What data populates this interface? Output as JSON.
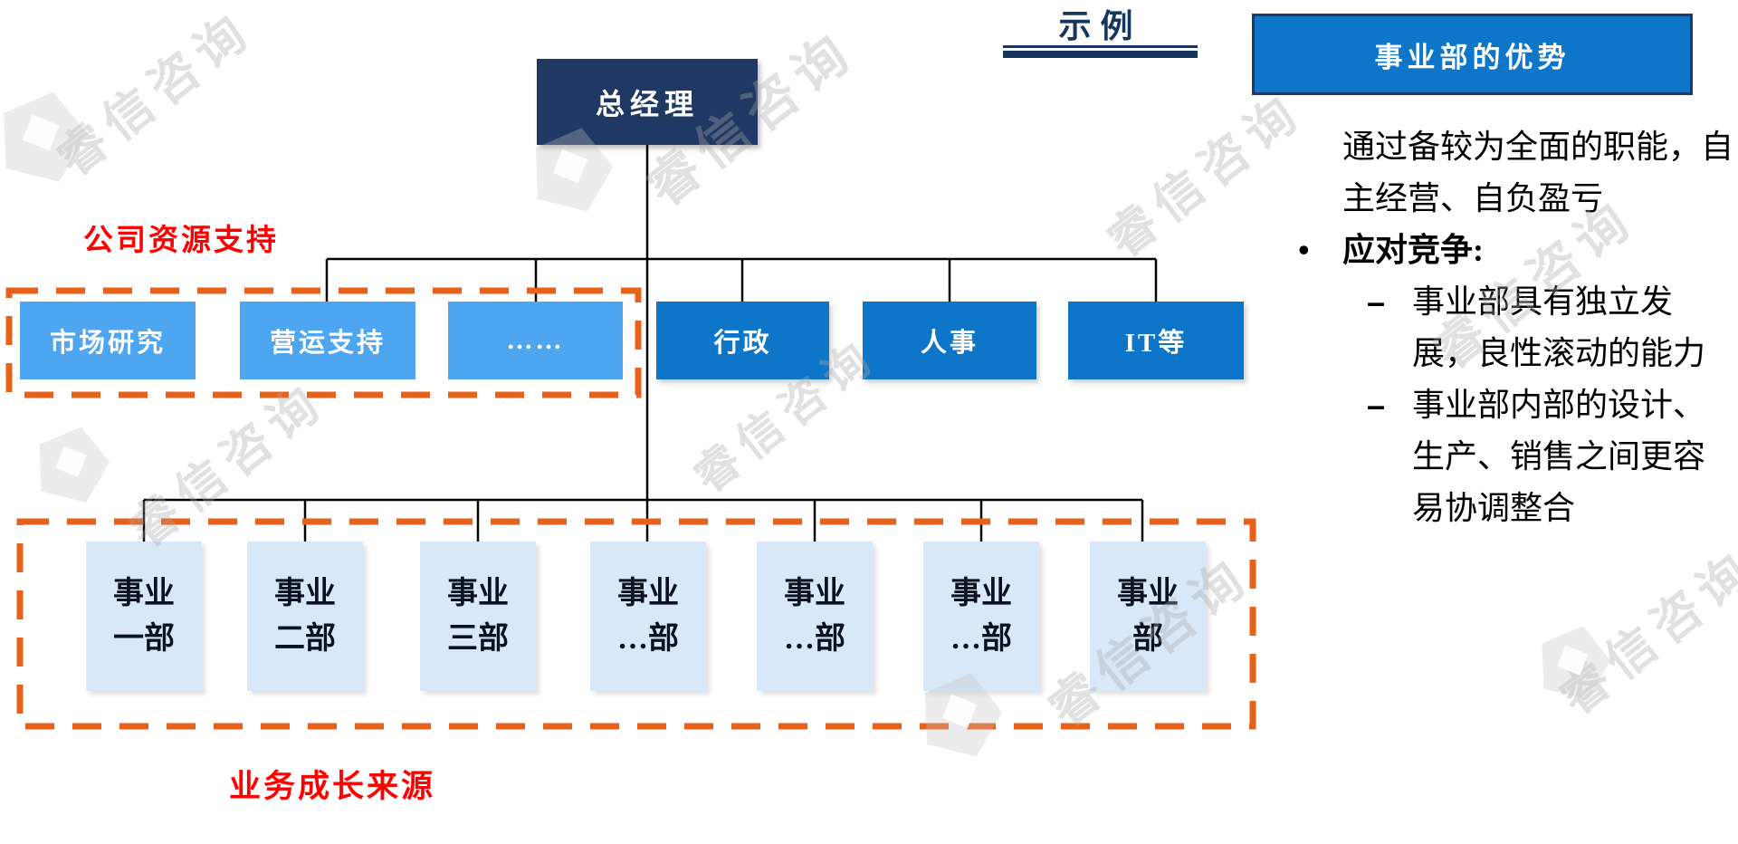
{
  "example_tag": {
    "label": "示例"
  },
  "watermark": {
    "text": "睿信咨询"
  },
  "org_chart": {
    "root": {
      "label": "总经理"
    },
    "row1": {
      "support_label": "公司资源支持",
      "boxes": [
        {
          "label": "市场研究",
          "variant": "light"
        },
        {
          "label": "营运支持",
          "variant": "light"
        },
        {
          "label": "……",
          "variant": "light"
        },
        {
          "label": "行政",
          "variant": "dark"
        },
        {
          "label": "人事",
          "variant": "dark"
        },
        {
          "label": "IT等",
          "variant": "dark"
        }
      ]
    },
    "row2": {
      "growth_label": "业务成长来源",
      "boxes": [
        {
          "line1": "事业",
          "line2": "一部"
        },
        {
          "line1": "事业",
          "line2": "二部"
        },
        {
          "line1": "事业",
          "line2": "三部"
        },
        {
          "line1": "事业",
          "line2": "…部"
        },
        {
          "line1": "事业",
          "line2": "…部"
        },
        {
          "line1": "事业",
          "line2": "…部"
        },
        {
          "line1": "事业",
          "line2": "部"
        }
      ]
    }
  },
  "side_panel": {
    "title": "事业部的优势",
    "intro": "通过备较为全面的职能，自主经营、自负盈亏",
    "bullet_marker": "•",
    "dash_marker": "–",
    "bullet_heading": "应对竞争:",
    "dash_items": [
      "事业部具有独立发展，良性滚动的能力",
      "事业部内部的设计、生产、销售之间更容易协调整合"
    ]
  },
  "colors": {
    "root_box": "#1F3864",
    "light_blue_box": "#4EA6F1",
    "dark_blue_box": "#0E76C8",
    "pale_blue_box": "#D9E8F9",
    "dashed_border_orange": "#E8611A",
    "red_label": "#FF0000",
    "navy_text": "#17365D"
  }
}
